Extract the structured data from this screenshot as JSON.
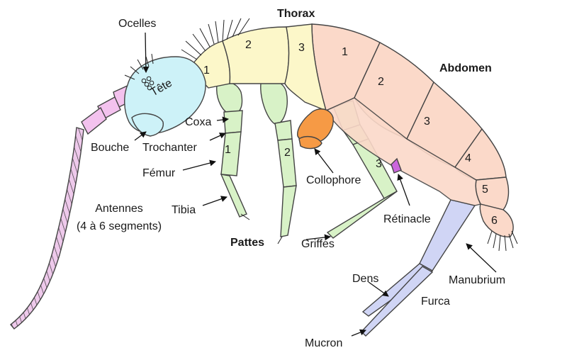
{
  "labels": {
    "ocelles": "Ocelles",
    "thorax": "Thorax",
    "abdomen": "Abdomen",
    "tete": "Tête",
    "coxa": "Coxa",
    "bouche": "Bouche",
    "trochanter": "Trochanter",
    "femur": "Fémur",
    "tibia": "Tibia",
    "antennes_1": "Antennes",
    "antennes_2": "(4 à 6 segments)",
    "pattes": "Pattes",
    "collophore": "Collophore",
    "retinacle": "Rétinacle",
    "griffes": "Griffes",
    "dens": "Dens",
    "furca": "Furca",
    "manubrium": "Manubrium",
    "mucron": "Mucron"
  },
  "thorax_segments": [
    "1",
    "2",
    "3"
  ],
  "abdomen_segments": [
    "1",
    "2",
    "3",
    "4",
    "5",
    "6"
  ],
  "leg_numbers": [
    "1",
    "2",
    "3"
  ],
  "colors": {
    "head": "#cdf2f8",
    "antenna_base": "#f3c2ee",
    "antenna_flagellum": "#eec9eb",
    "thorax": "#fcf7c9",
    "abdomen": "#fbd9c9",
    "legs": "#d8f2c7",
    "collophore": "#f69a45",
    "retinacle": "#cc66dd",
    "furca": "#d0d5f5"
  }
}
